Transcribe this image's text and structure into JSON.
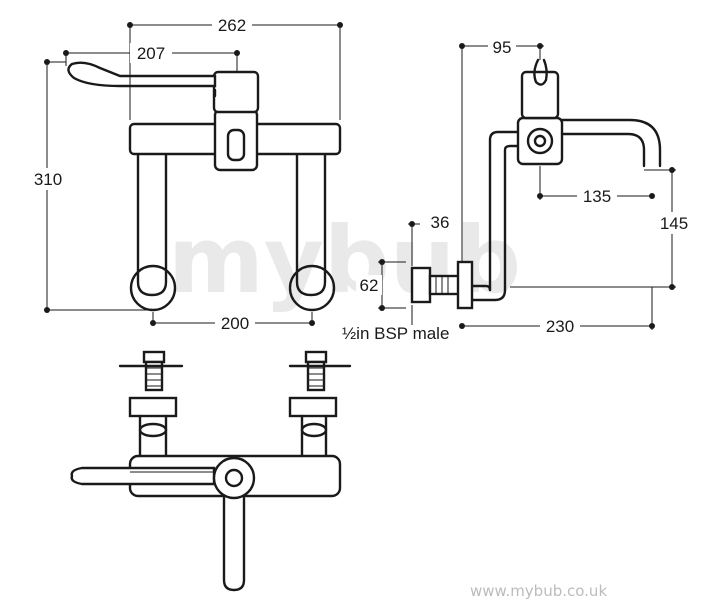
{
  "dimensions": {
    "overall_width": "262",
    "lever_span": "207",
    "height": "310",
    "centres": "200",
    "projection": "95",
    "wall_offset": "36",
    "spout_reach": "135",
    "spout_height": "145",
    "backplate": "62",
    "inlet_label": "½in BSP male",
    "total_projection": "230"
  },
  "watermark": {
    "main": "mybub",
    "footer": "www.mybub.co.uk"
  }
}
